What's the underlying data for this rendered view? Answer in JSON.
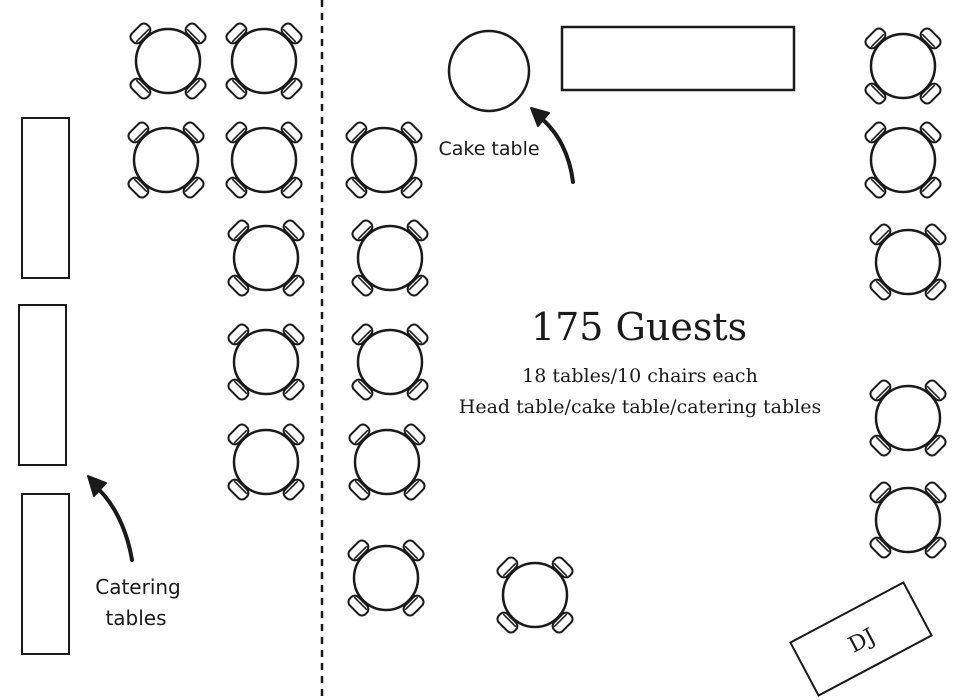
{
  "headline": {
    "title": "175 Guests",
    "line1": "18 tables/10 chairs each",
    "line2": "Head table/cake table/catering tables"
  },
  "labels": {
    "cake_table": "Cake table",
    "catering_line1": "Catering",
    "catering_line2": "tables",
    "dj": "DJ"
  },
  "colors": {
    "stroke": "#1a1a1a",
    "background": "#ffffff"
  }
}
